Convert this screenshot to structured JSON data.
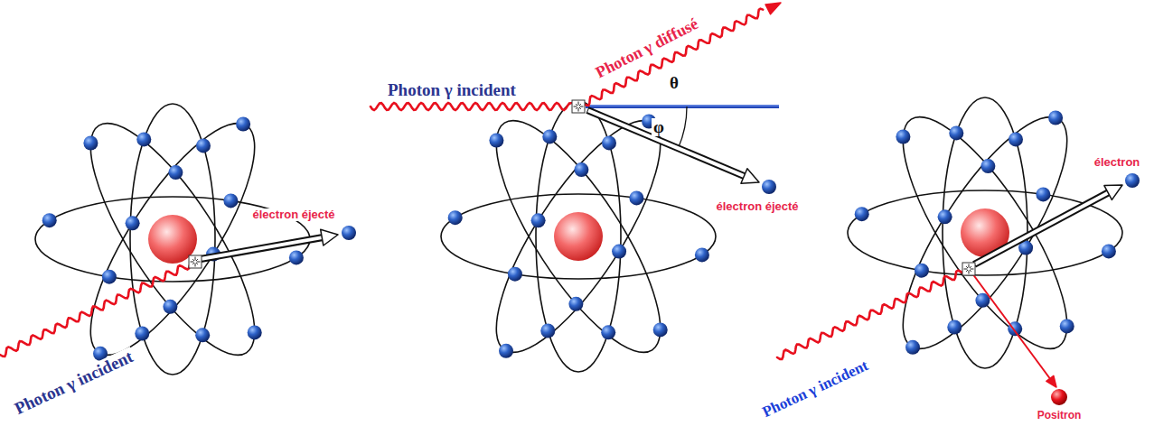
{
  "diagram": {
    "labels": [
      "Photon γ incident",
      "électron éjecté",
      "Photon γ incident",
      "Photon γ diffusé",
      "θ",
      "φ",
      "électron éjecté",
      "Photon γ incident",
      "électron",
      "Positron"
    ]
  }
}
